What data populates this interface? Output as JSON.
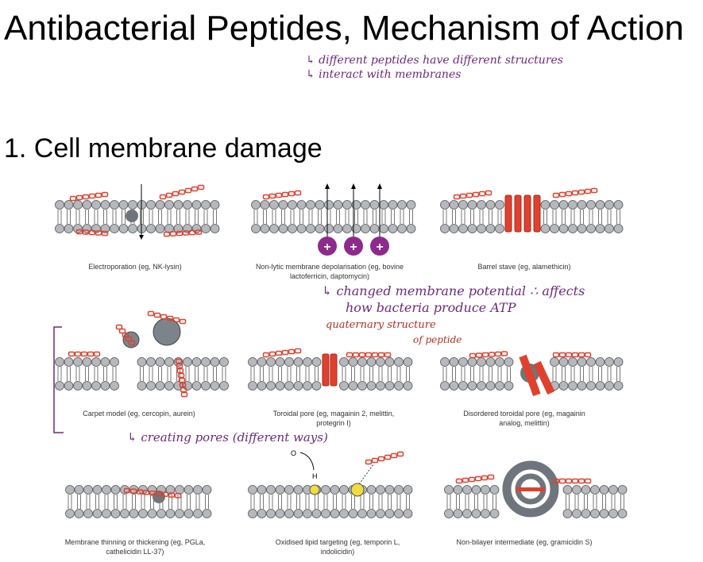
{
  "slide": {
    "title": "Antibacterial Peptides, Mechanism of Action",
    "section": "1. Cell membrane damage"
  },
  "panels": [
    {
      "caption": "Electroporation (eg, NK-lysin)"
    },
    {
      "caption": "Non-lytic membrane depolarisation (eg, bovine lactoferricin, daptomycin)"
    },
    {
      "caption": "Barrel stave (eg, alamethicin)"
    },
    {
      "caption": "Carpet model (eg, cercopin, aurein)"
    },
    {
      "caption": "Toroidal pore (eg, magainin 2, melittin, protegrin I)"
    },
    {
      "caption": "Disordered toroidal pore (eg, magainin analog, melittin)"
    },
    {
      "caption": "Membrane thinning or thickening (eg, PGLa, cathelicidin LL-37)"
    },
    {
      "caption": "Oxidised lipid targeting (eg, temporin L, indolicidin)"
    },
    {
      "caption": "Non-bilayer intermediate (eg, gramicidin S)"
    }
  ],
  "labels": {
    "plus": "+",
    "oxygen": "O",
    "hydrogen": "H"
  },
  "annotations": {
    "note1": "↳ different peptides have different structures",
    "note2": "↳ interact with membranes",
    "note3": "↳ changed membrane potential ∴ affects",
    "note4": "how bacteria produce ATP",
    "note5": "quaternary structure",
    "note6": "of peptide",
    "note7": "↳ creating pores (different ways)"
  },
  "colors": {
    "purple_ink": "#6b2a7b",
    "red_ink": "#b03022",
    "peptide": "#e0412e",
    "lipid": "#b5b9be",
    "charge": "#8e2a8c"
  }
}
